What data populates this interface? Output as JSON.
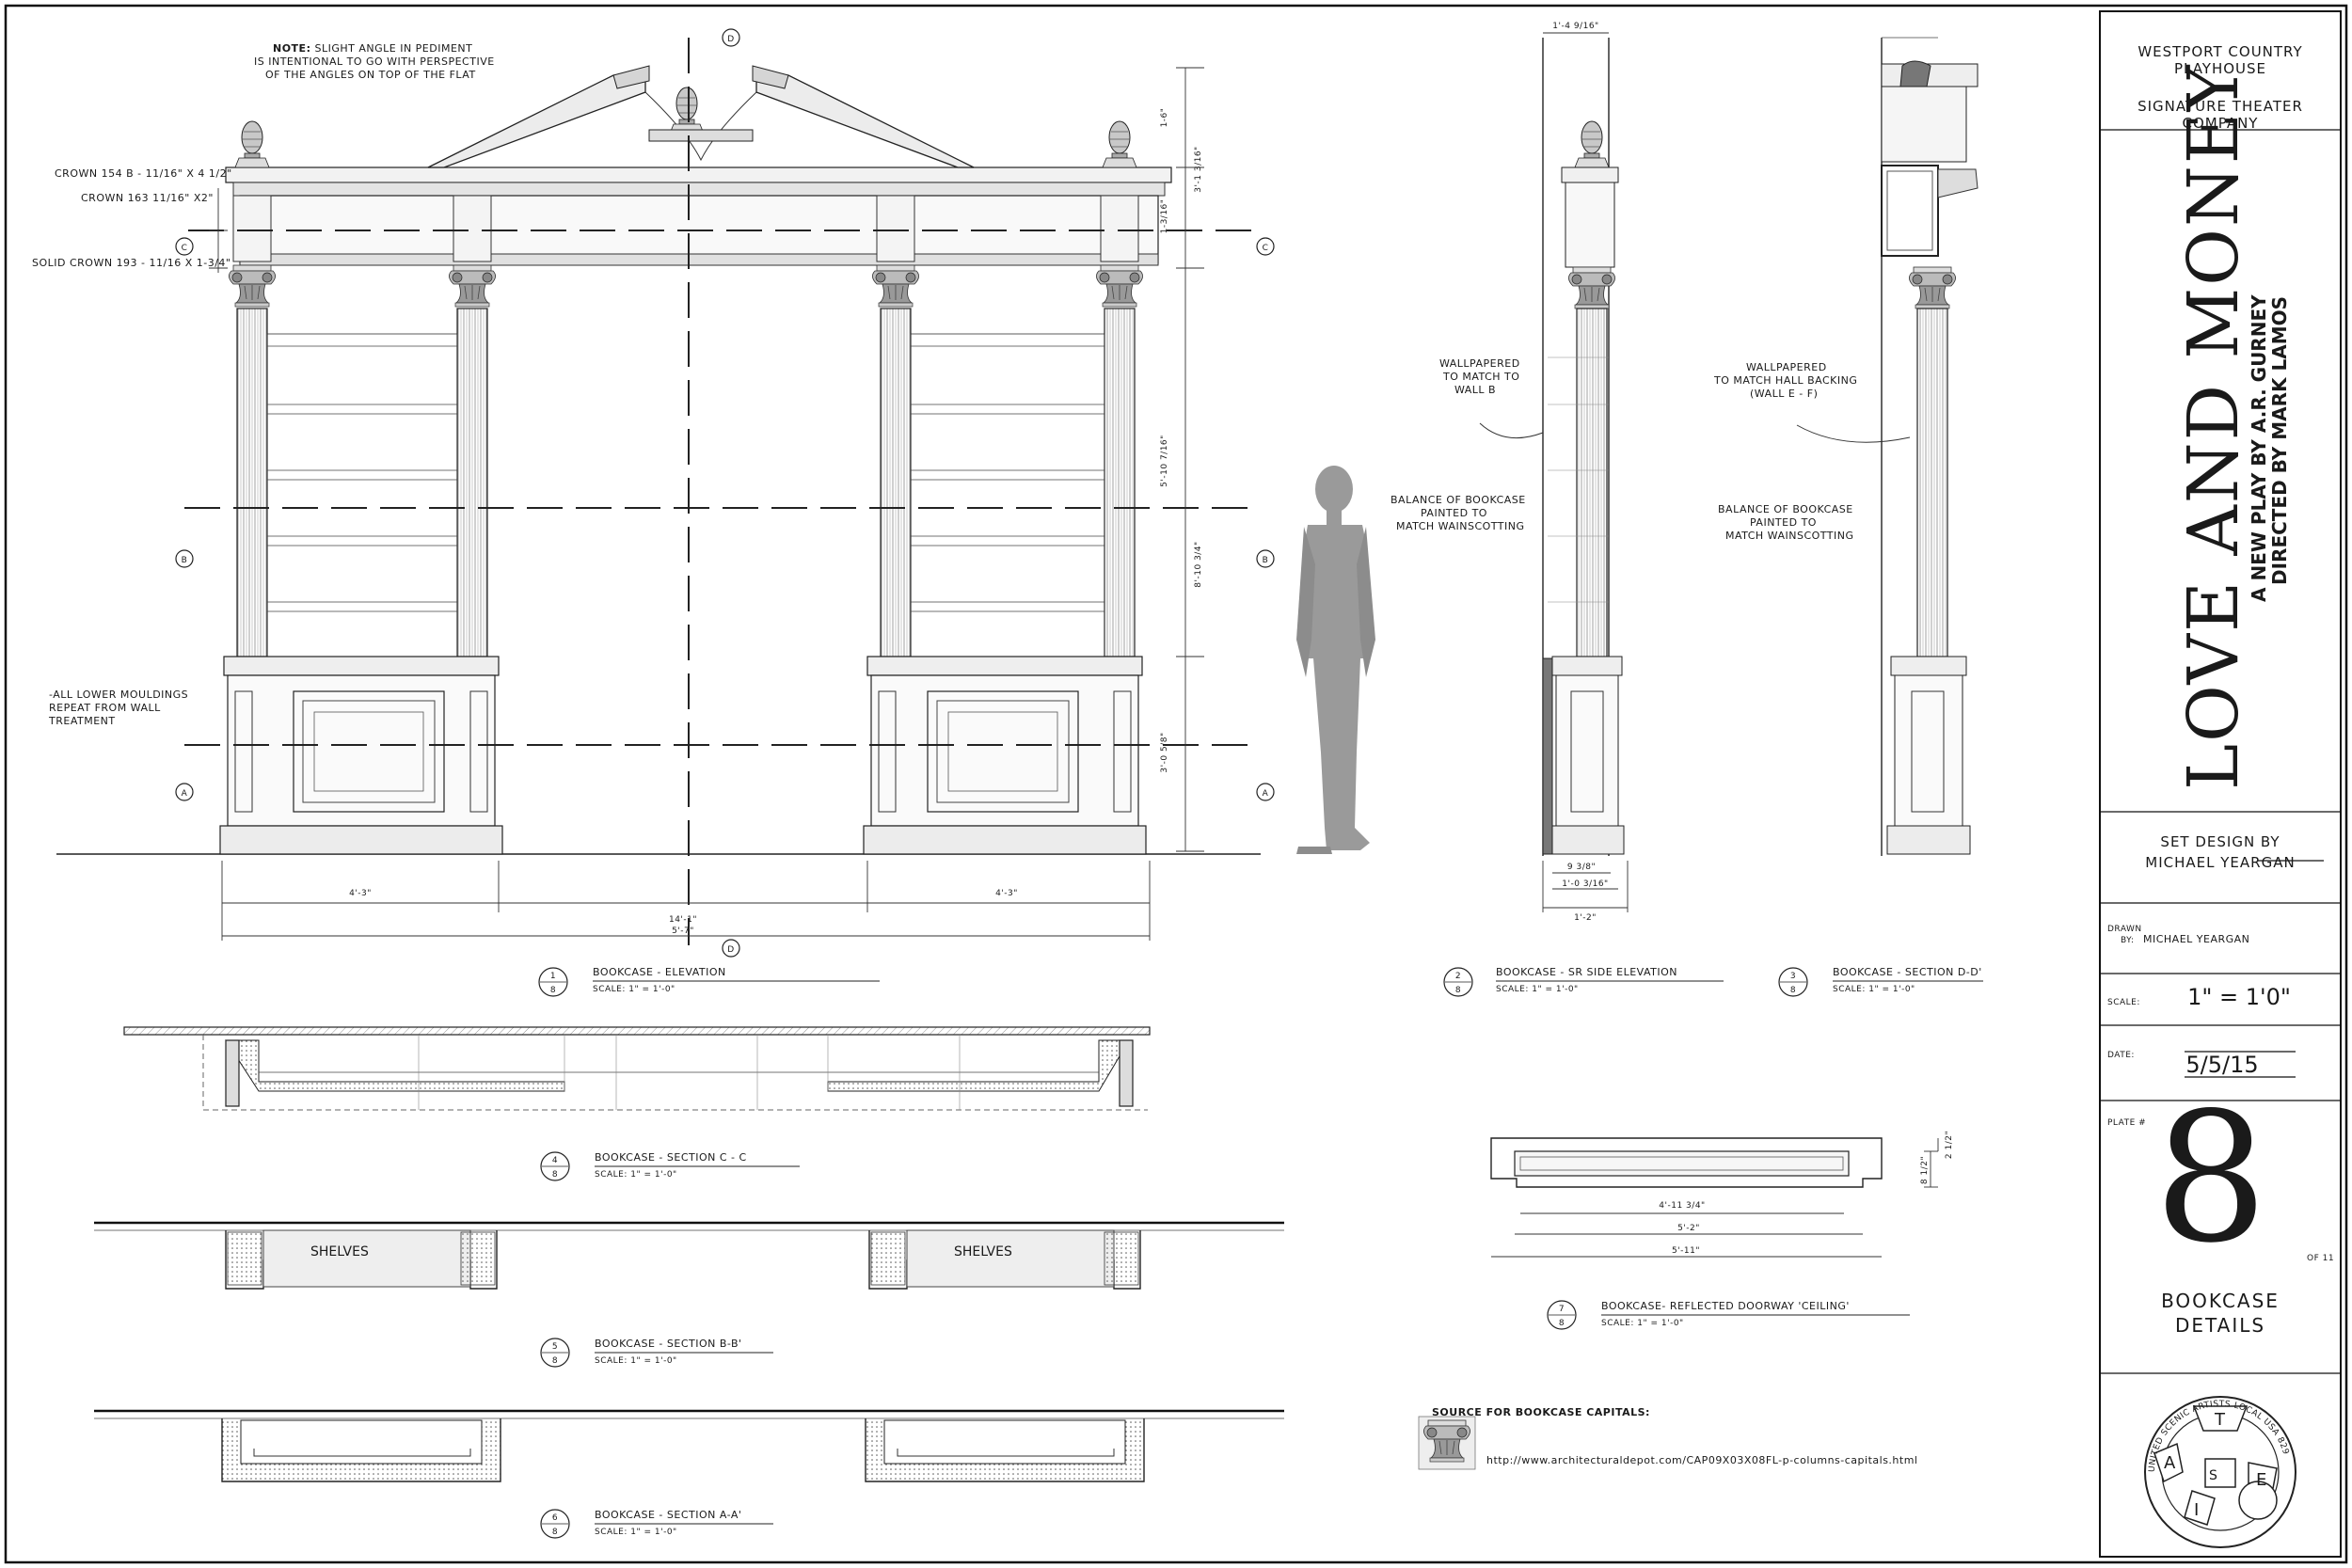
{
  "titleblock": {
    "theater_line1": "WESTPORT COUNTRY",
    "theater_line2": "PLAYHOUSE",
    "company_line1": "SIGNATURE THEATER",
    "company_line2": "COMPANY",
    "play_title": "LOVE AND MONEY",
    "byline1": "A NEW PLAY BY A.R. GURNEY",
    "byline2": "DIRECTED BY MARK LAMOS",
    "set_design_label": "SET DESIGN BY",
    "set_designer": "MICHAEL YEARGAN",
    "drawn_label": "DRAWN",
    "drawn_by_label": "BY:",
    "drawn_by": "MICHAEL YEARGAN",
    "scale_label": "SCALE:",
    "scale_value": "1\" = 1'0\"",
    "date_label": "DATE:",
    "date_value": "5/5/15",
    "plate_label": "PLATE #",
    "plate_number": "8",
    "plate_of": "OF 11",
    "sheet_title1": "BOOKCASE",
    "sheet_title2": "DETAILS",
    "union_seal_letters": [
      "I",
      "A",
      "T",
      "S",
      "E"
    ],
    "union_seal_ring": "UNITED SCENIC ARTISTS LOCAL USA 829"
  },
  "notes": {
    "pediment_note_bold": "NOTE:",
    "pediment_note_1": "SLIGHT ANGLE IN PEDIMENT",
    "pediment_note_2": "IS INTENTIONAL TO GO WITH PERSPECTIVE",
    "pediment_note_3": "OF THE ANGLES ON TOP OF THE FLAT",
    "crown_1": "CROWN 154 B - 11/16\" X 4 1/2\"",
    "crown_2": "CROWN 163 11/16\" X2\"",
    "crown_3": "SOLID CROWN 193 - 11/16 X 1-3/4\"",
    "lower_1": "-ALL LOWER MOULDINGS",
    "lower_2": "REPEAT FROM WALL",
    "lower_3": "TREATMENT",
    "wall_b_1": "WALLPAPERED",
    "wall_b_2": "TO MATCH TO",
    "wall_b_3": "WALL B",
    "bal_1_1": "BALANCE OF BOOKCASE",
    "bal_1_2": "PAINTED TO",
    "bal_1_3": "MATCH WAINSCOTTING",
    "wall_f_1": "WALLPAPERED",
    "wall_f_2": "TO MATCH HALL BACKING",
    "wall_f_3": "(WALL E - F)",
    "bal_2_1": "BALANCE OF BOOKCASE",
    "bal_2_2": "PAINTED TO",
    "bal_2_3": "MATCH WAINSCOTTING",
    "shelves": "SHELVES",
    "source_title": "SOURCE FOR BOOKCASE CAPITALS:",
    "source_url": "http://www.architecturaldepot.com/CAP09X03X08FL-p-columns-capitals.html"
  },
  "dimensions": {
    "d_1_6": "1-6\"",
    "d_3_1_3_16": "3'-1 3/16\"",
    "d_1_3_16": "1-3/16\"",
    "d_5_10_7_16": "5'-10 7/16\"",
    "d_8_10_3_4": "8'-10 3/4\"",
    "d_3_0_5_8": "3'-0 5/8\"",
    "d_4_3_left": "4'-3\"",
    "d_5_7": "5'-7\"",
    "d_4_3_right": "4'-3\"",
    "d_14_1": "14'-1\"",
    "d_1_4_9_16": "1'-4 9/16\"",
    "d_9_3_8": "9 3/8\"",
    "d_1_0_3_16": "1'-0 3/16\"",
    "d_1_2": "1'-2\"",
    "d_4_11_3_4": "4'-11 3/4\"",
    "d_5_2": "5'-2\"",
    "d_5_11": "5'-11\"",
    "d_2_1_2": "2 1/2\"",
    "d_8_1_2": "8 1/2\""
  },
  "section_markers": {
    "A": "A",
    "B": "B",
    "C": "C",
    "D": "D",
    "sheet": "8"
  },
  "details": [
    {
      "num": "1",
      "sheet": "8",
      "title": "BOOKCASE - ELEVATION",
      "scale": "SCALE: 1\" = 1'-0\""
    },
    {
      "num": "2",
      "sheet": "8",
      "title": "BOOKCASE - SR SIDE ELEVATION",
      "scale": "SCALE: 1\" = 1'-0\""
    },
    {
      "num": "3",
      "sheet": "8",
      "title": "BOOKCASE - SECTION D-D'",
      "scale": "SCALE: 1\" = 1'-0\""
    },
    {
      "num": "4",
      "sheet": "8",
      "title": "BOOKCASE - SECTION C - C",
      "scale": "SCALE: 1\" = 1'-0\""
    },
    {
      "num": "5",
      "sheet": "8",
      "title": "BOOKCASE - SECTION B-B'",
      "scale": "SCALE: 1\" = 1'-0\""
    },
    {
      "num": "6",
      "sheet": "8",
      "title": "BOOKCASE - SECTION A-A'",
      "scale": "SCALE: 1\" = 1'-0\""
    },
    {
      "num": "7",
      "sheet": "8",
      "title": "BOOKCASE- REFLECTED DOORWAY 'CEILING'",
      "scale": "SCALE: 1\" = 1'-0\""
    }
  ]
}
